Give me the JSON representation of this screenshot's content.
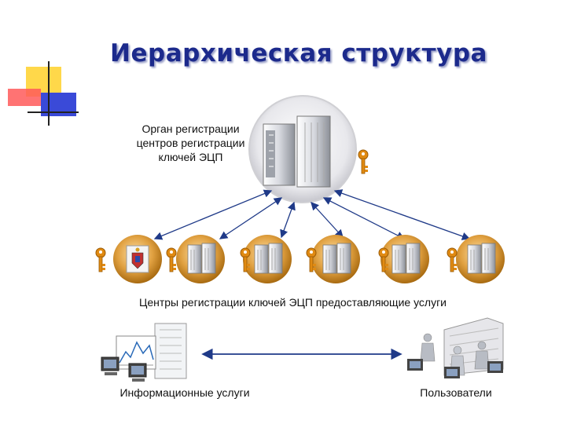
{
  "title": "Иерархическая структура",
  "root": {
    "label_lines": [
      "Орган регистрации",
      "центров регистрации",
      "ключей ЭЦП"
    ]
  },
  "centers": {
    "label": "Центры регистрации ключей ЭЦП предоставляющие услуги",
    "count": 6
  },
  "bottom": {
    "info_label": "Информационные услуги",
    "users_label": "Пользователи"
  },
  "icons": {
    "server": "server-icon",
    "key": "key-icon",
    "emblem": "coat-of-arms-icon",
    "monitor": "computer-icon",
    "person": "user-icon",
    "building": "building-icon"
  },
  "colors": {
    "title": "#1c2a8c",
    "disk": "#c8821e",
    "key": "#e08a12",
    "arrow": "#1f3a88",
    "deco_yellow": "#ffd84a",
    "deco_red": "#ff4a4a",
    "deco_blue": "#3a4ad8"
  }
}
